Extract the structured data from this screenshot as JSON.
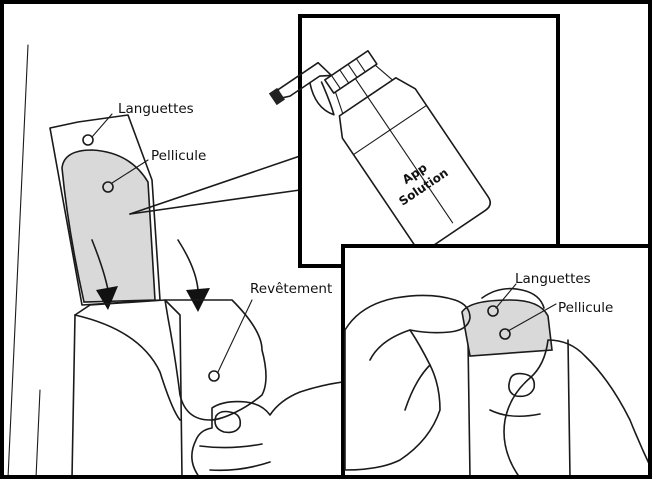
{
  "labels": {
    "main_tabs": "Languettes",
    "main_film": "Pellicule",
    "main_liner": "Revêtement",
    "inset_tabs": "Languettes",
    "inset_film": "Pellicule"
  },
  "bottle": {
    "line1": "App",
    "line2": "Solution"
  },
  "colors": {
    "film_fill": "#d9d9d9",
    "line": "#1a1a1a",
    "frame": "#000000"
  }
}
